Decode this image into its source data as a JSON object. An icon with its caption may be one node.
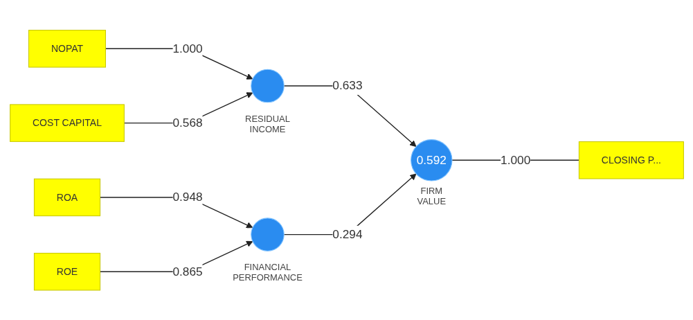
{
  "diagram": {
    "nodes": [
      {
        "text": [
          "NOPAT"
        ]
      },
      {
        "text": [
          "COST CAPITAL"
        ]
      },
      {
        "text": [],
        "shape": "circle",
        "beside": [
          "RESIDUAL INCOME"
        ]
      },
      {
        "text": [
          "0.592"
        ],
        "beside": [
          "FIRM VALUE"
        ]
      },
      {
        "text": [
          "CLOSING P..."
        ]
      },
      {
        "text": [
          "ROA"
        ]
      },
      {
        "text": [
          "ROE"
        ]
      },
      {
        "text": [],
        "shape": "circle",
        "beside": [
          "FINANCIAL PERFORMANCE"
        ]
      }
    ],
    "edges": [
      {
        "from": 0,
        "to": 2,
        "arrow": "to",
        "label": "1.000"
      },
      {
        "from": 1,
        "to": 2,
        "arrow": "to",
        "label": "0.568"
      },
      {
        "from": 2,
        "to": 3,
        "arrow": "to",
        "label": "0.633"
      },
      {
        "from": 3,
        "to": 4,
        "arrow": "none",
        "label": "1.000"
      },
      {
        "from": 5,
        "to": 7,
        "arrow": "to",
        "label": "0.948"
      },
      {
        "from": 6,
        "to": 7,
        "arrow": "to",
        "label": "0.865"
      },
      {
        "from": 7,
        "to": 3,
        "arrow": "to",
        "label": "0.294"
      }
    ]
  }
}
